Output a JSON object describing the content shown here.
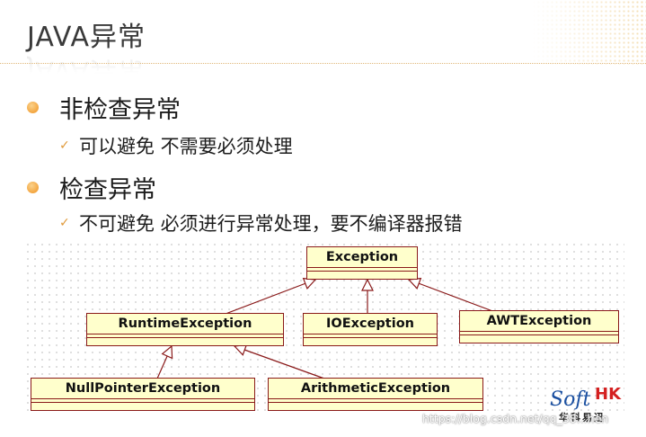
{
  "slide": {
    "title": "JAVA异常",
    "bullets": [
      {
        "text": "非检查异常",
        "sub": "可以避免  不需要必须处理"
      },
      {
        "text": " 检查异常",
        "sub": "不可避免  必须进行异常处理，要不编译器报错"
      }
    ],
    "check_symbol": "✓"
  },
  "diagram": {
    "classes": {
      "exception": "Exception",
      "runtime": "RuntimeException",
      "io": "IOException",
      "awt": "AWTException",
      "nullpointer": "NullPointerException",
      "arithmetic": "ArithmeticException"
    },
    "relations": [
      [
        "RuntimeException",
        "Exception"
      ],
      [
        "IOException",
        "Exception"
      ],
      [
        "AWTException",
        "Exception"
      ],
      [
        "NullPointerException",
        "RuntimeException"
      ],
      [
        "ArithmeticException",
        "RuntimeException"
      ]
    ]
  },
  "logo": {
    "soft": "Soft",
    "hk": "HK",
    "cn": "华科易迅"
  },
  "watermark": "https://blog.csdn.net/qq_38...hen",
  "colors": {
    "accent": "#f3a640",
    "box_fill": "#ffffcc",
    "box_border": "#8a1a1a"
  }
}
